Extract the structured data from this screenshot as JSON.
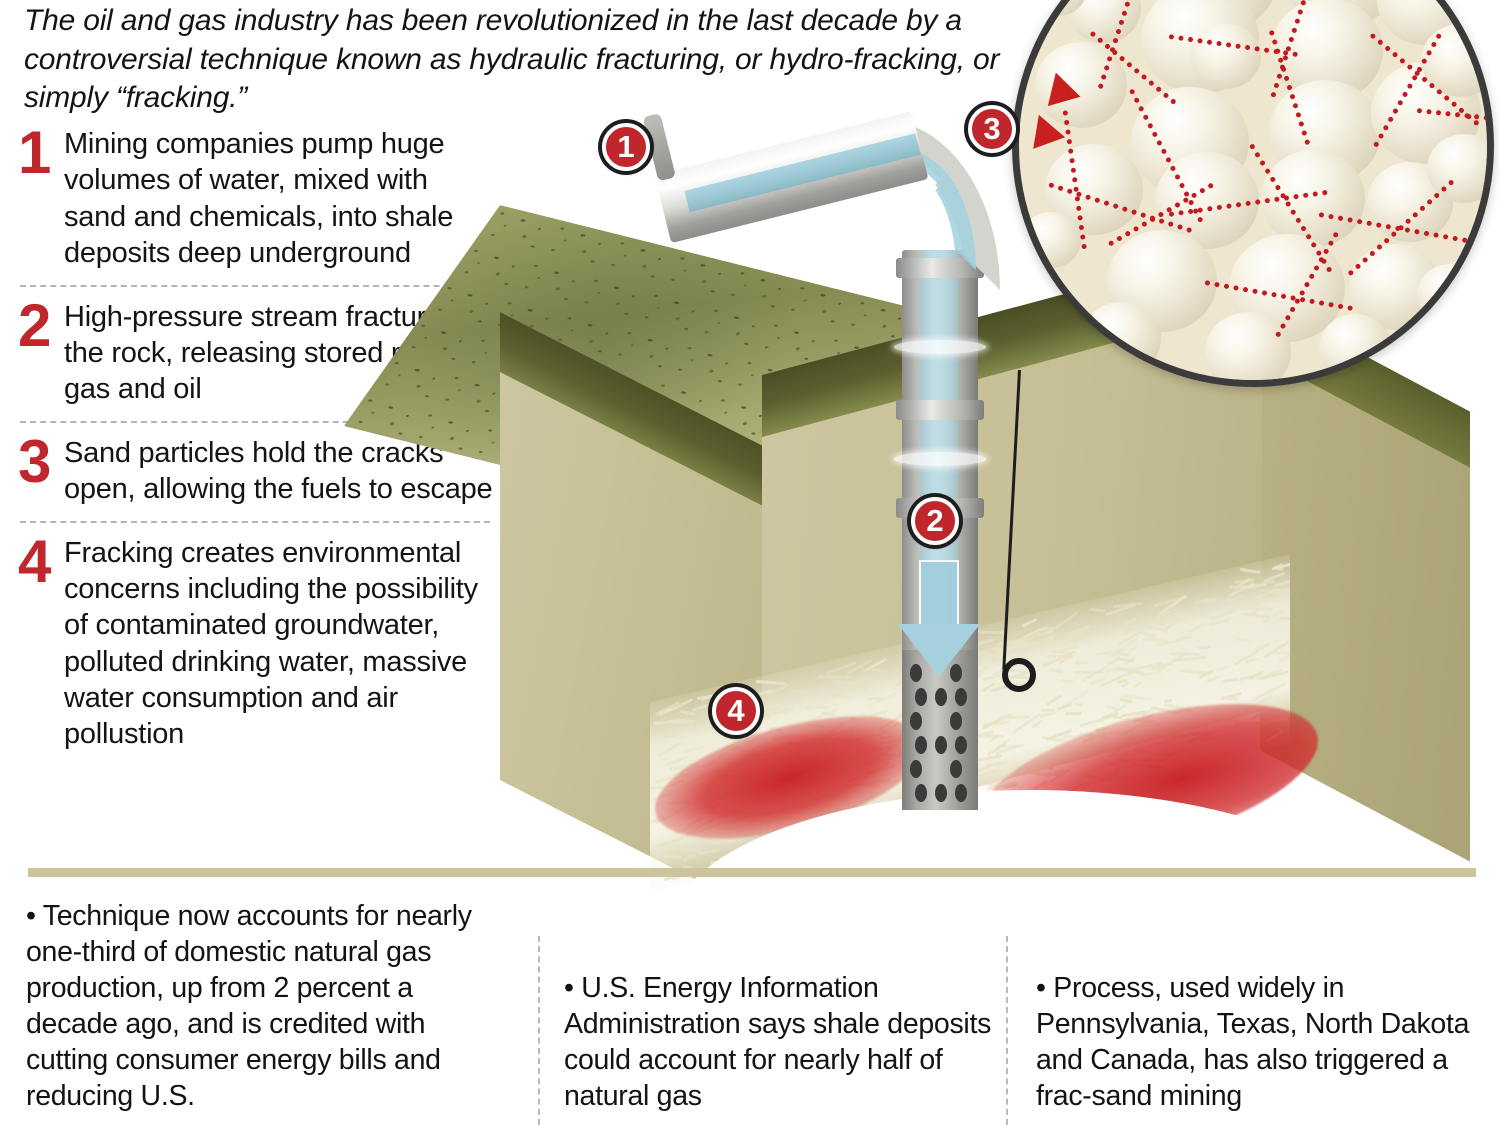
{
  "intro": {
    "text": "The oil and gas industry has been revolutionized in the last decade by a controversial technique known as hydraulic fracturing, or hydro-fracking, or simply “fracking.”"
  },
  "steps": [
    {
      "number": "1",
      "text": "Mining companies pump huge volumes of water, mixed with sand and chemicals, into shale deposits deep underground"
    },
    {
      "number": "2",
      "text": "High-pressure stream fractures the rock, releasing stored natural gas and oil"
    },
    {
      "number": "3",
      "text": "Sand particles hold the cracks open, allowing the fuels to escape"
    },
    {
      "number": "4",
      "text": "Fracking creates environmental concerns including the possibility of contaminated groundwater, polluted drinking water, massive water consumption and air pollustion"
    }
  ],
  "diagram": {
    "badges": [
      {
        "label": "1",
        "meaning": "water-injection-inlet-pipe"
      },
      {
        "label": "2",
        "meaning": "high-pressure-stream-down-wellbore"
      },
      {
        "label": "3",
        "meaning": "sand-grains-magnified-inset"
      },
      {
        "label": "4",
        "meaning": "fractured-shale-layer"
      }
    ],
    "elements": {
      "inlet_pipe": "water-inlet-pipe",
      "wellbore": "vertical-steel-wellbore",
      "perforated_casing": "perforated-casing",
      "blue_flow_arrow": "down-flow-arrow",
      "shale_layer": "shale-fracture-layer",
      "topsoil": "topsoil-layer",
      "subsoil": "subsoil-layer",
      "inset_circle": "sand-grain-magnifier",
      "gas_paths": "gas-escape-dotted-paths",
      "gas_arrows": "gas-escape-arrows"
    }
  },
  "bullets": [
    {
      "text": "• Technique now accounts for nearly one-third of domestic natural gas production, up from 2 percent a decade ago, and is credited with cutting consumer energy bills and reducing U.S."
    },
    {
      "text": "• U.S. Energy Information Administration says shale deposits could account for nearly half of natural gas"
    },
    {
      "text": "• Process, used widely in Pennsylvania, Texas, North Dakota and Canada, has also triggered a frac-sand mining"
    }
  ],
  "colors": {
    "accent_red": "#c0272d",
    "number_red": "#c0272d",
    "tan_rule": "#cdc49b",
    "topsoil_green": "#5c6130",
    "subsoil_tan": "#c7c097",
    "water_blue": "#a3d2e0",
    "grain_cream": "#efe6cf",
    "text_black": "#141414"
  }
}
